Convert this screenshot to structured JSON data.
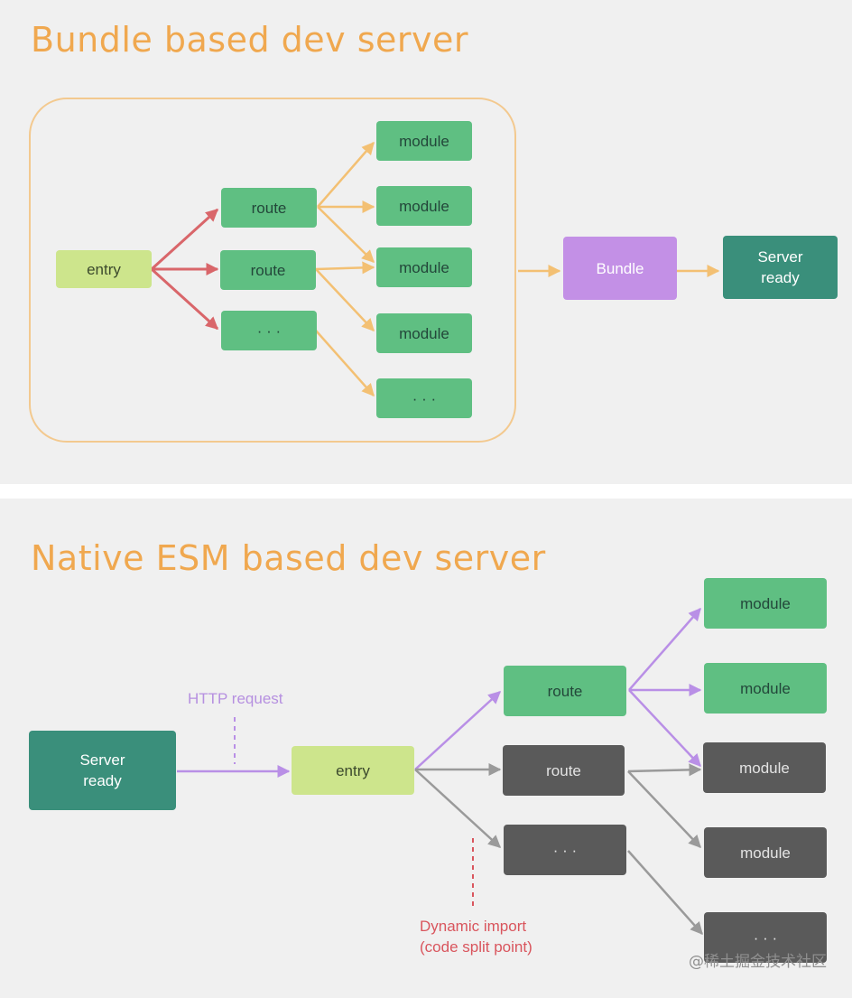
{
  "top": {
    "title": "Bundle based dev server",
    "entry": "entry",
    "routes": [
      "route",
      "route",
      "· · ·"
    ],
    "modules": [
      "module",
      "module",
      "module",
      "module",
      "· · ·"
    ],
    "bundle": "Bundle",
    "server_ready": "Server ready"
  },
  "bottom": {
    "title": "Native ESM based dev server",
    "server_ready": "Server ready",
    "http_request": "HTTP request",
    "entry": "entry",
    "routes": [
      "route",
      "route",
      "· · ·"
    ],
    "modules": [
      "module",
      "module",
      "module",
      "module",
      "· · ·"
    ],
    "dynamic_import_line1": "Dynamic import",
    "dynamic_import_line2": "(code split point)"
  },
  "watermark": "@稀土掘金技术社区",
  "colors": {
    "title": "#f0a84f",
    "module_green": "#5fbf82",
    "entry_lime": "#cde58c",
    "bundle_purple": "#c390e6",
    "server_teal": "#3a8f7b",
    "inactive_gray": "#5a5a5a",
    "arrow_red": "#d9666a",
    "arrow_orange": "#f3c073",
    "arrow_purple": "#b98fe6",
    "arrow_gray": "#9a9a9a"
  }
}
